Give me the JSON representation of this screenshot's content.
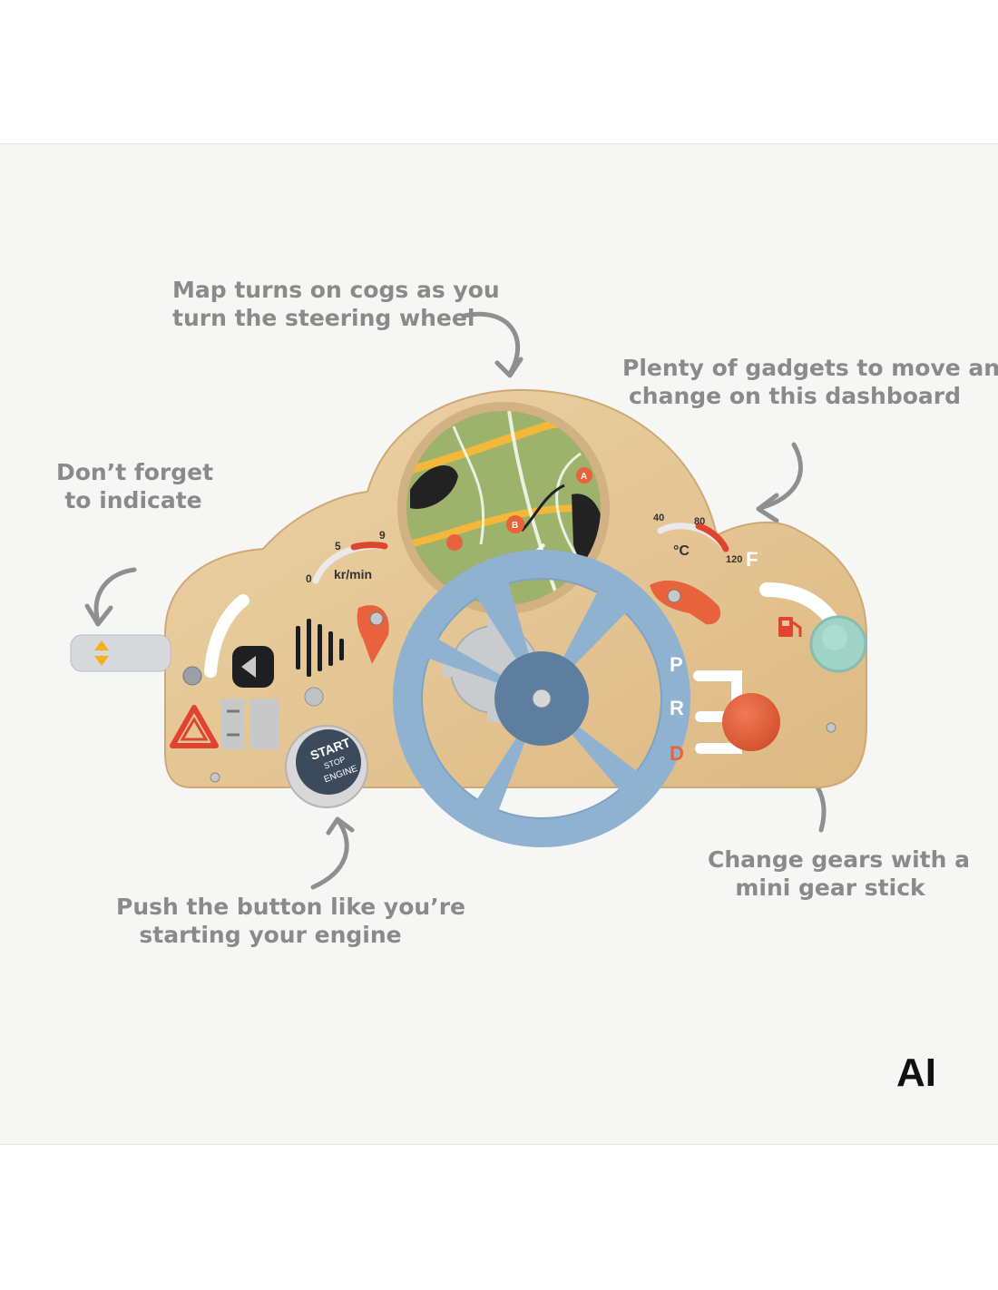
{
  "captions": {
    "map": [
      "Map turns on cogs as you",
      "turn the steering wheel"
    ],
    "gadgets": [
      "Plenty of gadgets to move and",
      "change on this dashboard"
    ],
    "indicate": [
      "Don’t forget",
      "to indicate"
    ],
    "engine": [
      "Push the button like you’re",
      "starting your engine"
    ],
    "gears": [
      "Change gears with a",
      "mini gear stick"
    ]
  },
  "badge": "AI",
  "dashboard": {
    "rpm": {
      "tick_0": "0",
      "tick_5": "5",
      "tick_9": "9",
      "unit": "kr/min"
    },
    "temp": {
      "tick_40": "40",
      "tick_80": "80",
      "tick_120": "120",
      "unit": "°C"
    },
    "fuel": {
      "full_label": "F"
    },
    "gears": {
      "p": "P",
      "r": "R",
      "d": "D"
    },
    "start_button": {
      "line1": "START",
      "line2": "STOP",
      "line3": "ENGINE"
    },
    "map_markers": {
      "a": "A",
      "b": "B"
    }
  },
  "colors": {
    "wood": "#e6c796",
    "wheel_blue": "#8fb2d1",
    "hub_blue": "#5e7ea0",
    "accent_orange": "#e8623c",
    "map_green": "#9db26b",
    "map_road": "#f2b83a",
    "gauge_red": "#e0442f",
    "knob_mint": "#9ed3c6",
    "caption_grey": "#8a8a8a"
  }
}
